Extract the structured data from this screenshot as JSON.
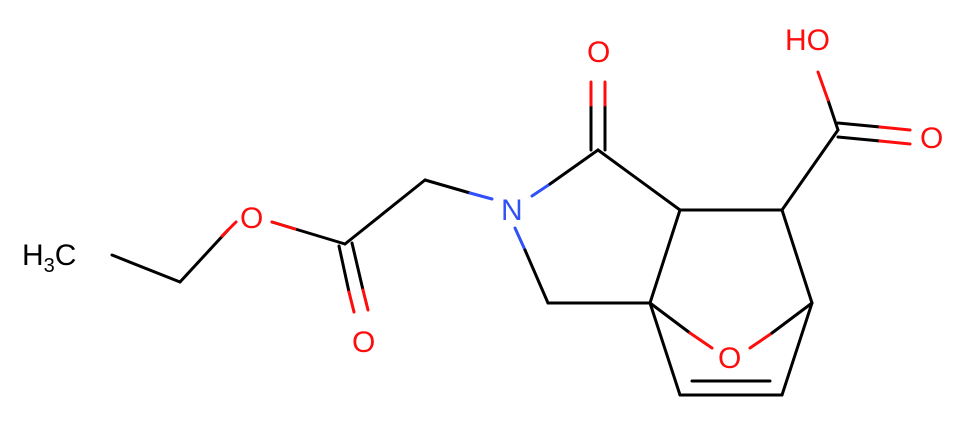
{
  "molecule": {
    "colors": {
      "carbon": "#000000",
      "oxygen": "#ff0d0d",
      "nitrogen": "#3050f8",
      "background": "#ffffff"
    },
    "labels": {
      "methyl": "H",
      "methyl_sub": "3",
      "methyl_c": "C",
      "ester_o": "O",
      "ester_carbonyl_o": "O",
      "nitrogen": "N",
      "lactam_o": "O",
      "acid_oh": "HO",
      "acid_o": "O",
      "bridge_o": "O"
    }
  }
}
